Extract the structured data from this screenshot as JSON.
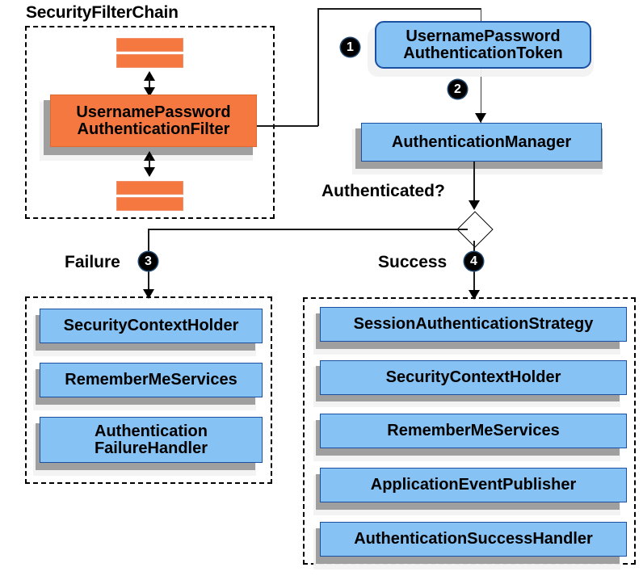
{
  "diagram": {
    "title_filter_chain": "SecurityFilterChain",
    "decision_label": "Authenticated?",
    "branch_failure_label": "Failure",
    "branch_success_label": "Success",
    "steps": [
      "1",
      "2",
      "3",
      "4"
    ]
  },
  "filter_chain": {
    "filter_node": "UsernamePassword\nAuthenticationFilter",
    "filter_node_line1": "UsernamePassword",
    "filter_node_line2": "AuthenticationFilter",
    "bars_above": 2,
    "bars_below": 2
  },
  "flow": {
    "token_node_line1": "UsernamePassword",
    "token_node_line2": "AuthenticationToken",
    "manager_node": "AuthenticationManager"
  },
  "failure_branch": {
    "items": [
      {
        "line1": "SecurityContextHolder",
        "line2": ""
      },
      {
        "line1": "RememberMeServices",
        "line2": ""
      },
      {
        "line1": "Authentication",
        "line2": "FailureHandler"
      }
    ]
  },
  "success_branch": {
    "items": [
      {
        "line1": "SessionAuthenticationStrategy",
        "line2": ""
      },
      {
        "line1": "SecurityContextHolder",
        "line2": ""
      },
      {
        "line1": "RememberMeServices",
        "line2": ""
      },
      {
        "line1": "ApplicationEventPublisher",
        "line2": ""
      },
      {
        "line1": "AuthenticationSuccessHandler",
        "line2": ""
      }
    ]
  },
  "colors": {
    "node_blue": "#86c2f4",
    "node_blue_border": "#1b4fa0",
    "node_orange": "#f4783f",
    "shadow_gray": "#9a9a9a",
    "background": "#ffffff",
    "line": "#000000"
  }
}
